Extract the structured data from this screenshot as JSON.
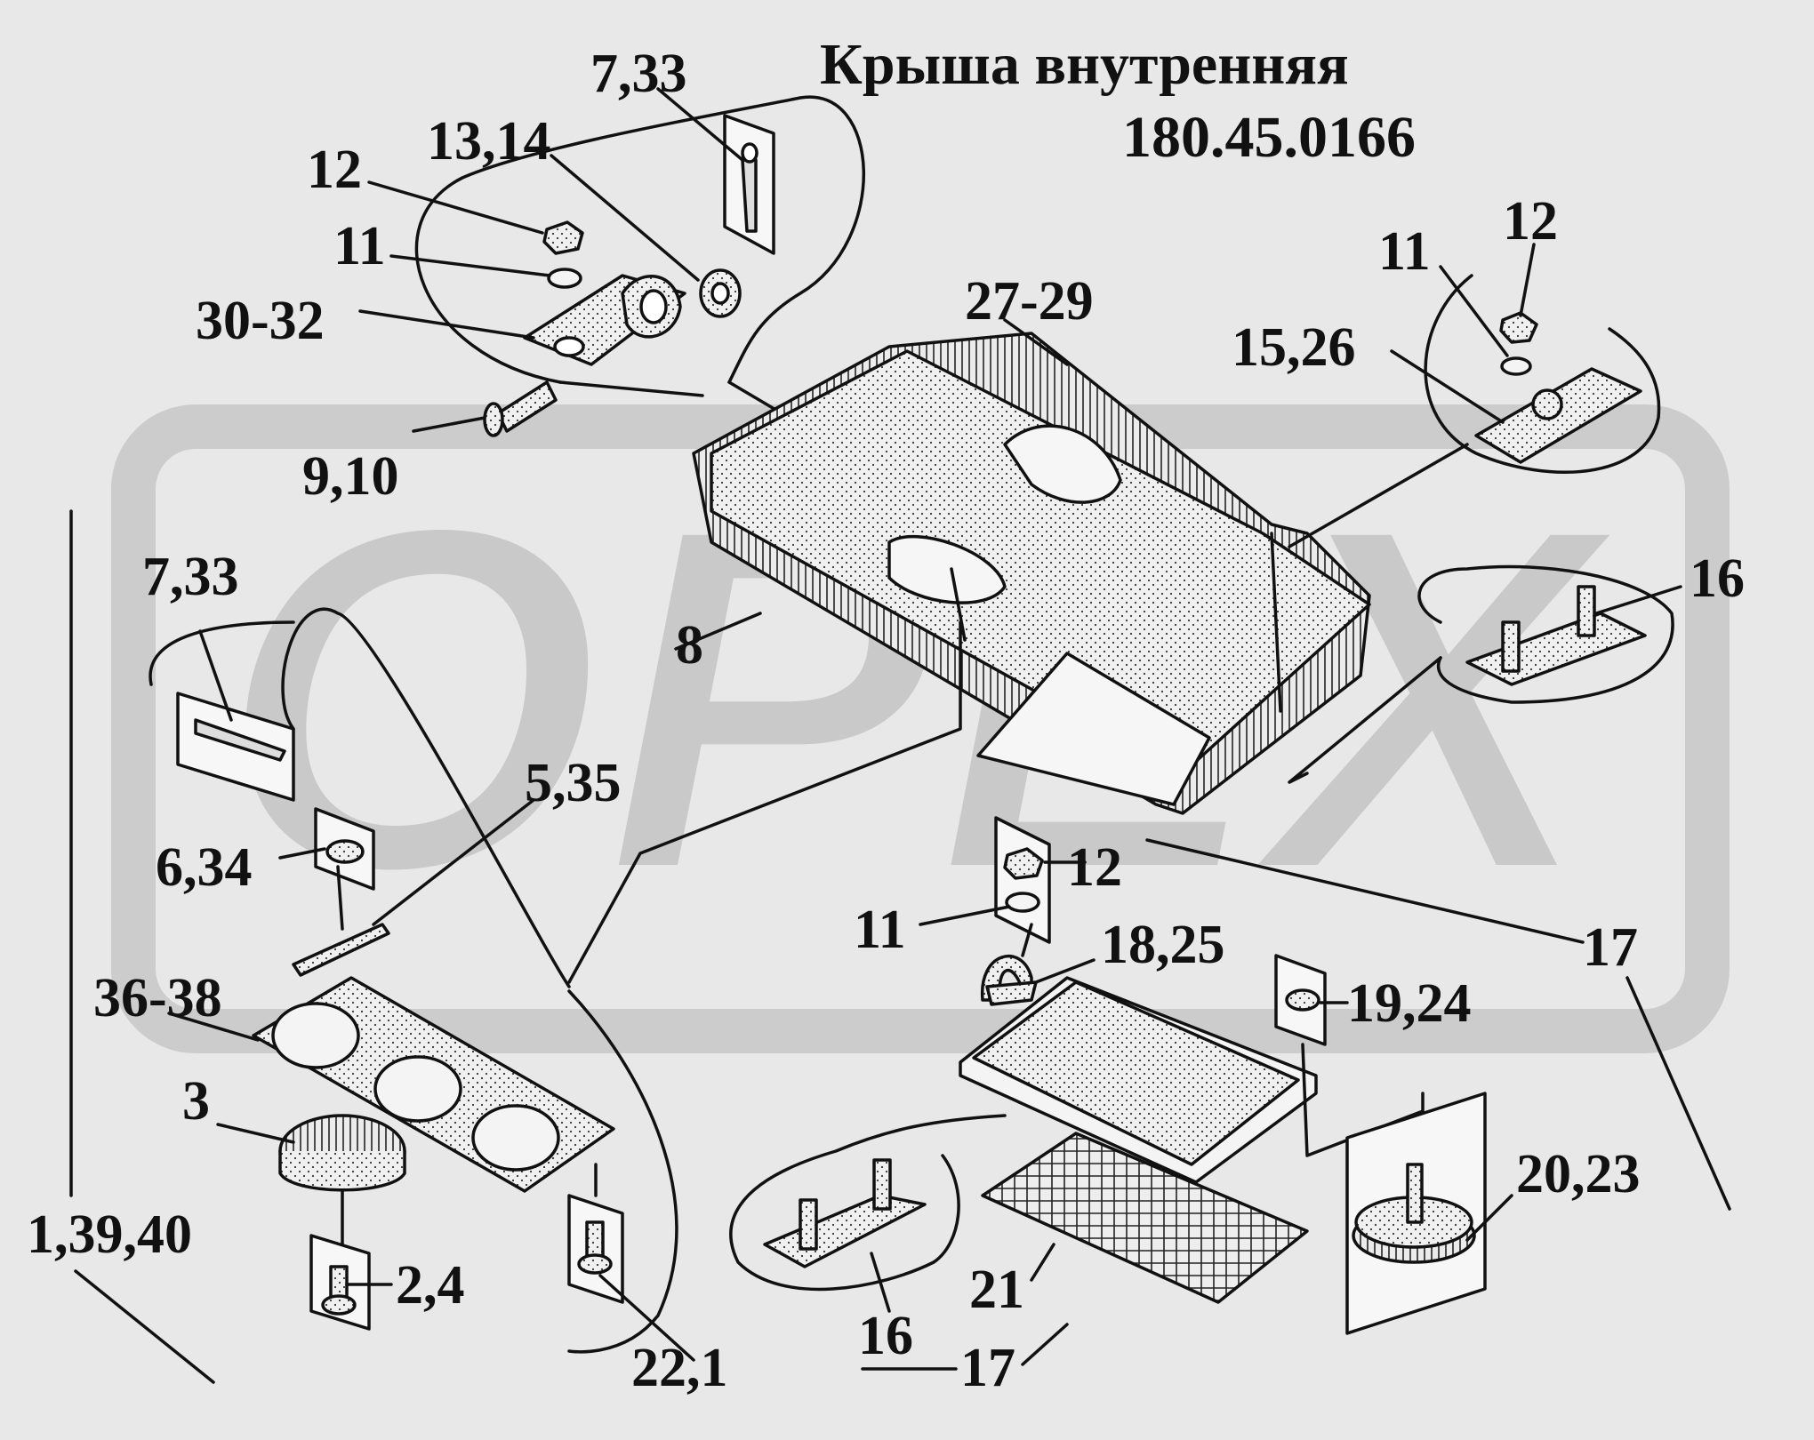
{
  "title": "Крыша внутренняя",
  "part_number": "180.45.0166",
  "watermark": "OPEX",
  "colors": {
    "background": "#e8e8e8",
    "ink": "#111111",
    "watermark": "#c4c4c4",
    "part_fill": "#f2f2f2"
  },
  "callouts": {
    "c_7_33_top": "7,33",
    "c_13_14": "13,14",
    "c_12_topleft": "12",
    "c_11_topleft": "11",
    "c_30_32": "30-32",
    "c_9_10": "9,10",
    "c_27_29": "27-29",
    "c_11_topright": "11",
    "c_12_topright": "12",
    "c_15_26": "15,26",
    "c_7_33_left": "7,33",
    "c_8": "8",
    "c_16_right": "16",
    "c_5_35": "5,35",
    "c_6_34": "6,34",
    "c_12_mid": "12",
    "c_11_mid": "11",
    "c_18_25": "18,25",
    "c_17_right": "17",
    "c_36_38": "36-38",
    "c_19_24": "19,24",
    "c_3": "3",
    "c_1_39_40": "1,39,40",
    "c_2_4": "2,4",
    "c_20_23": "20,23",
    "c_21": "21",
    "c_16_bottom": "16",
    "c_22_1": "22,1",
    "c_17_bottom": "17"
  }
}
